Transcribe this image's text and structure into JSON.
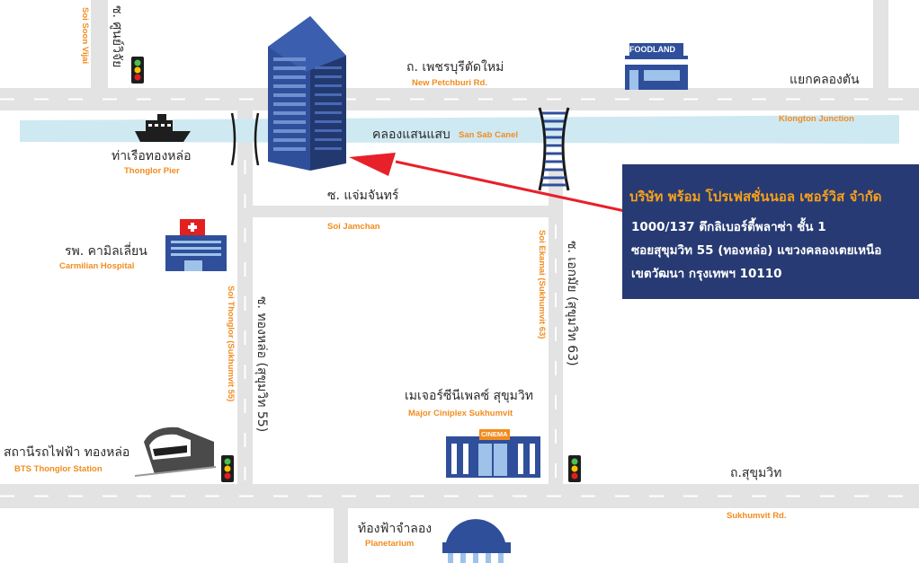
{
  "labels": {
    "petchburi_th": "ถ. เพชรบุรีตัดใหม่",
    "petchburi_en": "New Petchburi Rd.",
    "klongton_th": "แยกคลองตัน",
    "klongton_en": "Klongton Junction",
    "sansab_th": "คลองแสนแสบ",
    "sansab_en": "San Sab Canel",
    "pier_th": "ท่าเรือทองหล่อ",
    "pier_en": "Thonglor Pier",
    "jamchan_th": "ซ. แจ่มจันทร์",
    "jamchan_en": "Soi Jamchan",
    "hospital_th": "รพ. คามิลเลี่ยน",
    "hospital_en": "Carmilian Hospital",
    "soonvijai_th": "ซ. ศูนย์วิจัย",
    "soonvijai_en": "Soi Soon Vijai",
    "thonglor_th": "ซ. ทองหล่อ (สุขุมวิท 55)",
    "thonglor_en": "Soi Thonglor (Sukhumvit 55)",
    "ekamai_th": "ซ. เอกมัย (สุขุมวิท 63)",
    "ekamai_en": "Soi Ekamai (Sukhumvit 63)",
    "major_th": "เมเจอร์ซีนีเพลซ์ สุขุมวิท",
    "major_en": "Major Ciniplex Sukhumvit",
    "bts_th": "สถานีรถไฟฟ้า ทองหล่อ",
    "bts_en": "BTS Thonglor Station",
    "sukhumvit_th": "ถ.สุขุมวิท",
    "sukhumvit_en": "Sukhumvit Rd.",
    "planetarium_th": "ท้องฟ้าจำลอง",
    "planetarium_en": "Planetarium",
    "foodland_sign": "FOODLAND",
    "cinema_sign": "CINEMA"
  },
  "company": {
    "name": "บริษัท พร้อม โปรเฟสชั่นนอล เซอร์วิส จำกัด",
    "address_line1": "1000/137  ตึกลิเบอร์ตี้พลาซ่า  ชั้น 1",
    "address_line2": "ซอยสุขุมวิท 55 (ทองหล่อ) แขวงคลองเตยเหนือ",
    "address_line3": "เขตวัฒนา กรุงเทพฯ 10110"
  },
  "colors": {
    "road": "#e3e3e3",
    "road_dash": "#ffffff",
    "canal": "#cfe9f3",
    "building": "#2f4f9a",
    "arrow": "#e8202a",
    "label_en": "#f28c1e",
    "infobox": "#273a73",
    "infobox_title": "#f6a11a"
  },
  "icons": [
    "traffic-light-icon",
    "ship-icon",
    "hospital-icon",
    "train-icon",
    "cinema-icon",
    "foodland-store-icon",
    "planetarium-icon",
    "office-building-icon",
    "bridge-icon"
  ]
}
